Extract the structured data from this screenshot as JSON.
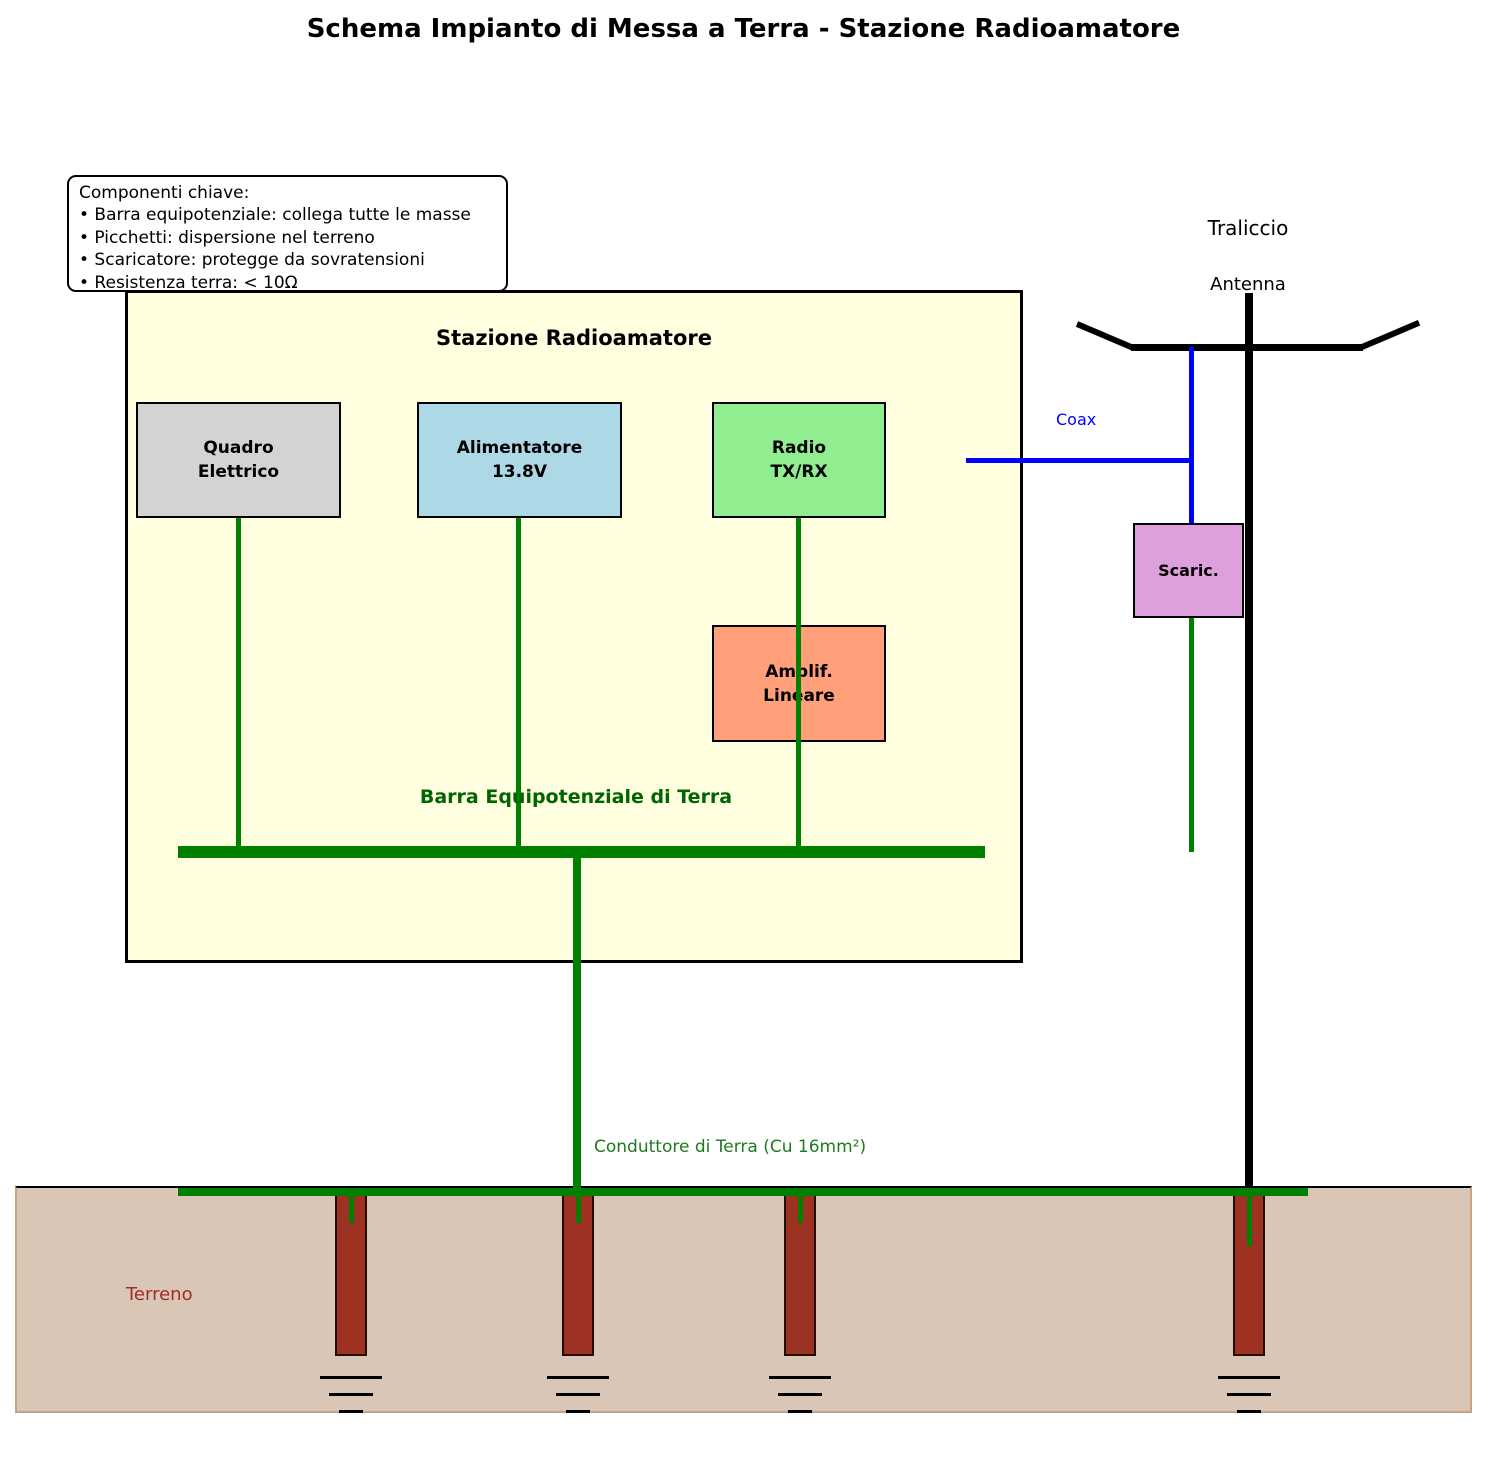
{
  "title": "Schema Impianto di Messa a Terra - Stazione Radioamatore",
  "note": {
    "heading": "Componenti chiave:",
    "items": [
      "• Barra equipotenziale: collega tutte le masse",
      "• Picchetti: dispersione nel terreno",
      "• Scaricatore: protegge da sovratensioni",
      "• Resistenza terra: < 10Ω"
    ]
  },
  "station": {
    "label": "Stazione Radioamatore",
    "fill_color": "#ffffe0",
    "components": {
      "quadro": {
        "label": "Quadro\nElettrico",
        "color": "#d3d3d3"
      },
      "alimentatore": {
        "label": "Alimentatore\n13.8V",
        "color": "#add8e6"
      },
      "radio": {
        "label": "Radio\nTX/RX",
        "color": "#90ee90"
      },
      "amplificatore": {
        "label": "Amplif.\nLineare",
        "color": "#ffa07a"
      }
    },
    "bus_label": "Barra Equipotenziale di Terra",
    "bus_color": "#008000"
  },
  "antenna": {
    "tower_label": "Traliccio",
    "antenna_label": "Antenna",
    "mast_color": "#000000"
  },
  "coax": {
    "label": "Coax",
    "color": "#0000ff"
  },
  "arrester": {
    "label": "Scaric.",
    "color": "#dda0dd"
  },
  "ground": {
    "conductor_label": "Conduttore di Terra (Cu 16mm²)",
    "soil_label": "Terreno",
    "soil_color": "#d9c6b7",
    "rod_color": "#9e3222",
    "wire_color": "#008000",
    "rod_count": 4
  }
}
